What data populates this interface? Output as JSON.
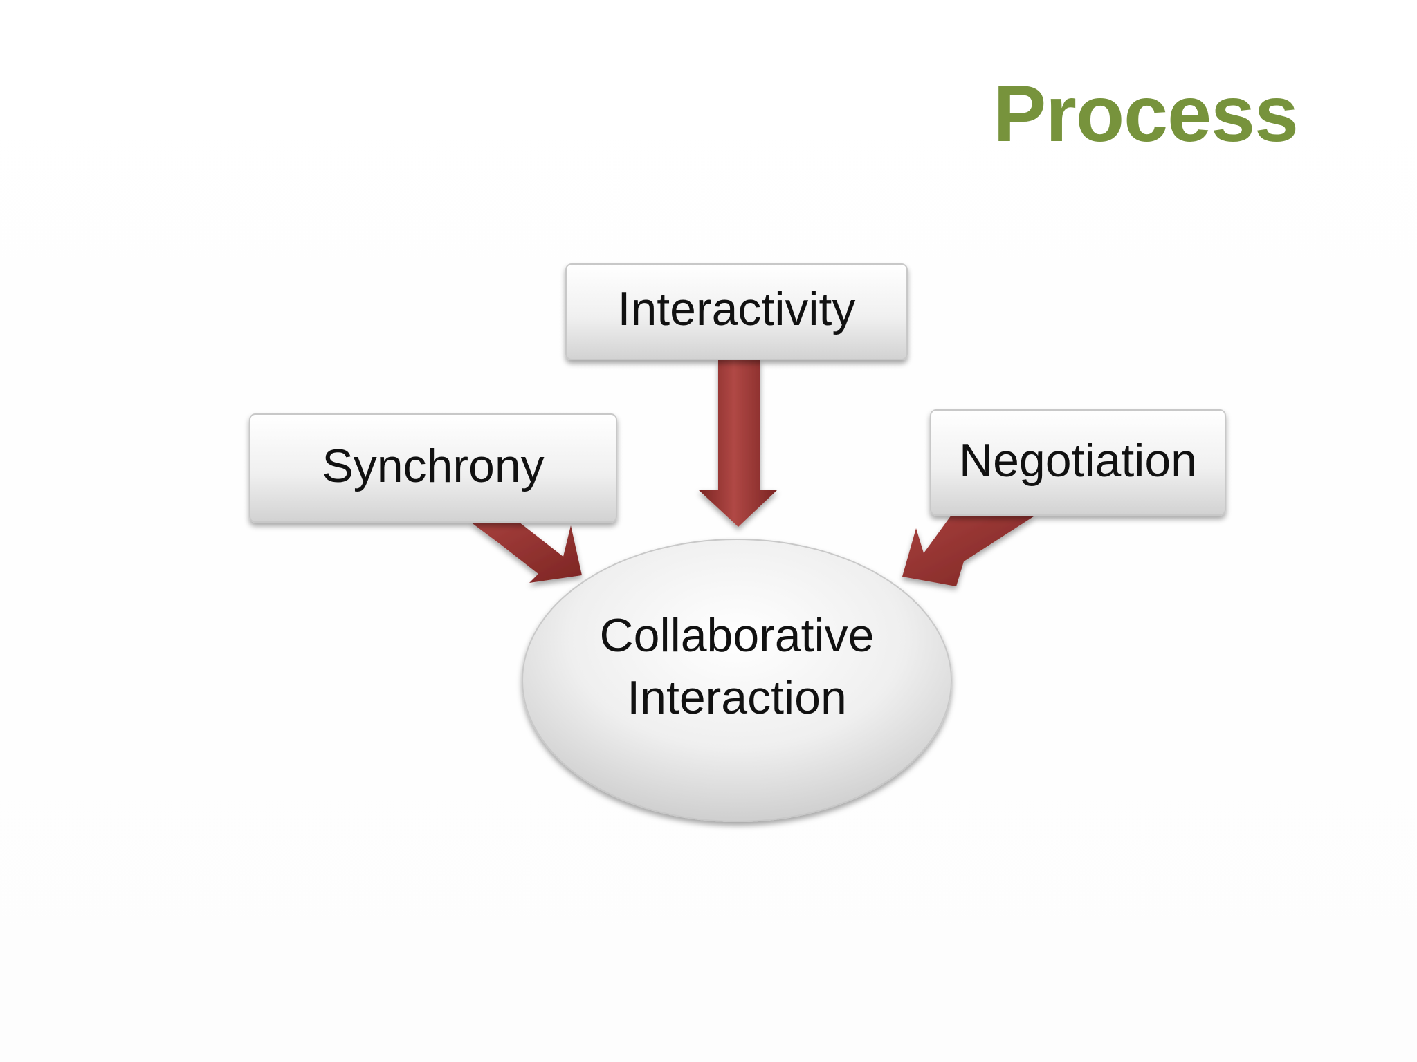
{
  "slide": {
    "title": "Process",
    "title_color": "#77933c"
  },
  "diagram": {
    "arrow_color": "#953735",
    "nodes": {
      "interactivity": "Interactivity",
      "synchrony": "Synchrony",
      "negotiation": "Negotiation",
      "center": {
        "line1": "Collaborative",
        "line2": "Interaction"
      }
    }
  }
}
